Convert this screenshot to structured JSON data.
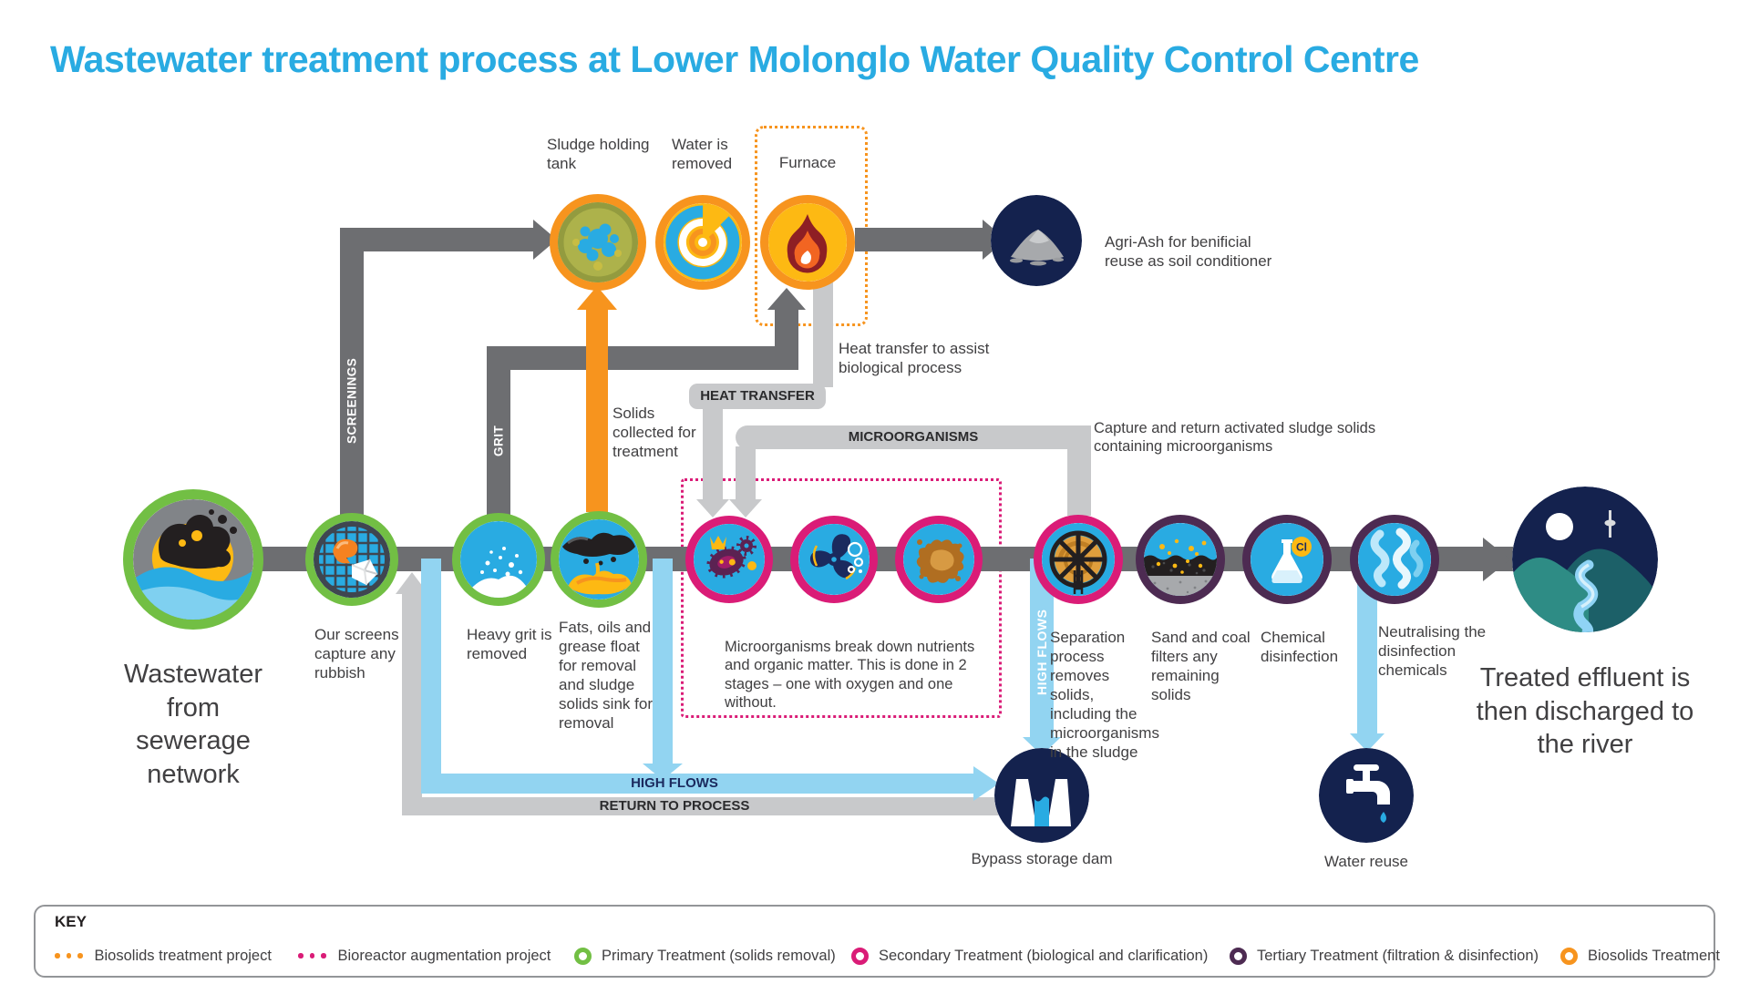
{
  "title": "Wastewater treatment process at Lower Molonglo Water Quality Control Centre",
  "colors": {
    "title_blue": "#29ABE2",
    "primary_green": "#72BF44",
    "secondary_pink": "#DA1C77",
    "tertiary_purple": "#4D2B52",
    "biosolids_orange": "#F7941E",
    "pipe_dark": "#6D6E71",
    "pipe_light": "#C8C9CB",
    "flow_blue": "#92D4F1",
    "navy": "#14224E",
    "text": "#414042"
  },
  "pipes": {
    "screenings": "SCREENINGS",
    "grit": "GRIT",
    "heat_transfer": "HEAT TRANSFER",
    "microorganisms": "MICROORGANISMS",
    "high_flows_vertical": "HIGH FLOWS",
    "high_flows_horizontal": "HIGH FLOWS",
    "return_to_process": "RETURN TO PROCESS"
  },
  "nodes": {
    "source": {
      "label": "Wastewater from sewerage network"
    },
    "screens": {
      "label": "Our screens capture any rubbish"
    },
    "grit": {
      "label": "Heavy grit is removed"
    },
    "fats": {
      "label": "Fats, oils and grease float for removal and sludge solids sink for removal"
    },
    "separation": {
      "label": "Separation process removes solids, including the microorganisms in the sludge"
    },
    "sand_coal": {
      "label": "Sand and coal filters any remaining solids"
    },
    "chemical": {
      "label": "Chemical disinfection"
    },
    "neutralising": {
      "label": "Neutralising the disinfection chemicals"
    },
    "effluent": {
      "label": "Treated effluent is then discharged to the river"
    },
    "sludge_tank": {
      "label": "Sludge holding tank"
    },
    "water_removed": {
      "label": "Water is removed"
    },
    "furnace": {
      "label": "Furnace"
    },
    "agri_ash": {
      "label": "Agri-Ash for benificial reuse as soil conditioner"
    },
    "bypass_dam": {
      "label": "Bypass storage dam"
    },
    "water_reuse": {
      "label": "Water reuse"
    }
  },
  "notes": {
    "solids_collected": "Solids collected for treatment",
    "heat_assist": "Heat transfer to assist biological process",
    "capture_return": "Capture and return activated sludge solids containing microorganisms",
    "microorganisms_stages": "Microorganisms break down nutrients and organic matter. This is done in 2 stages – one with oxygen and one without."
  },
  "icons": {
    "source": "wastewater-splash-icon",
    "screens": "screen-grid-icon",
    "grit": "grit-bubbles-icon",
    "fats": "fats-oils-icon",
    "bioreactor_stage1": "microbe-icon",
    "bioreactor_stage2": "aerator-fan-icon",
    "bioreactor_stage3": "sludge-splat-icon",
    "separation": "clarifier-wheel-icon",
    "sand_coal": "filter-layers-icon",
    "chemical": "chlorine-flask-icon",
    "neutralising": "water-swirl-icon",
    "effluent": "river-landscape-icon",
    "sludge_tank": "sludge-blobs-icon",
    "water_removed": "centrifuge-swirl-icon",
    "furnace": "flame-icon",
    "agri_ash": "ash-pile-icon",
    "bypass_dam": "dam-icon",
    "water_reuse": "tap-icon"
  },
  "key": {
    "title": "KEY",
    "items": [
      {
        "label": "Biosolids treatment project",
        "marker": "orange-dots"
      },
      {
        "label": "Bioreactor augmentation project",
        "marker": "pink-dots"
      },
      {
        "label": "Primary Treatment (solids removal)",
        "marker": "green-ring"
      },
      {
        "label": "Secondary Treatment (biological and clarification)",
        "marker": "pink-ring"
      },
      {
        "label": "Tertiary Treatment (filtration & disinfection)",
        "marker": "purple-ring"
      },
      {
        "label": "Biosolids Treatment",
        "marker": "orange-ring"
      }
    ]
  }
}
